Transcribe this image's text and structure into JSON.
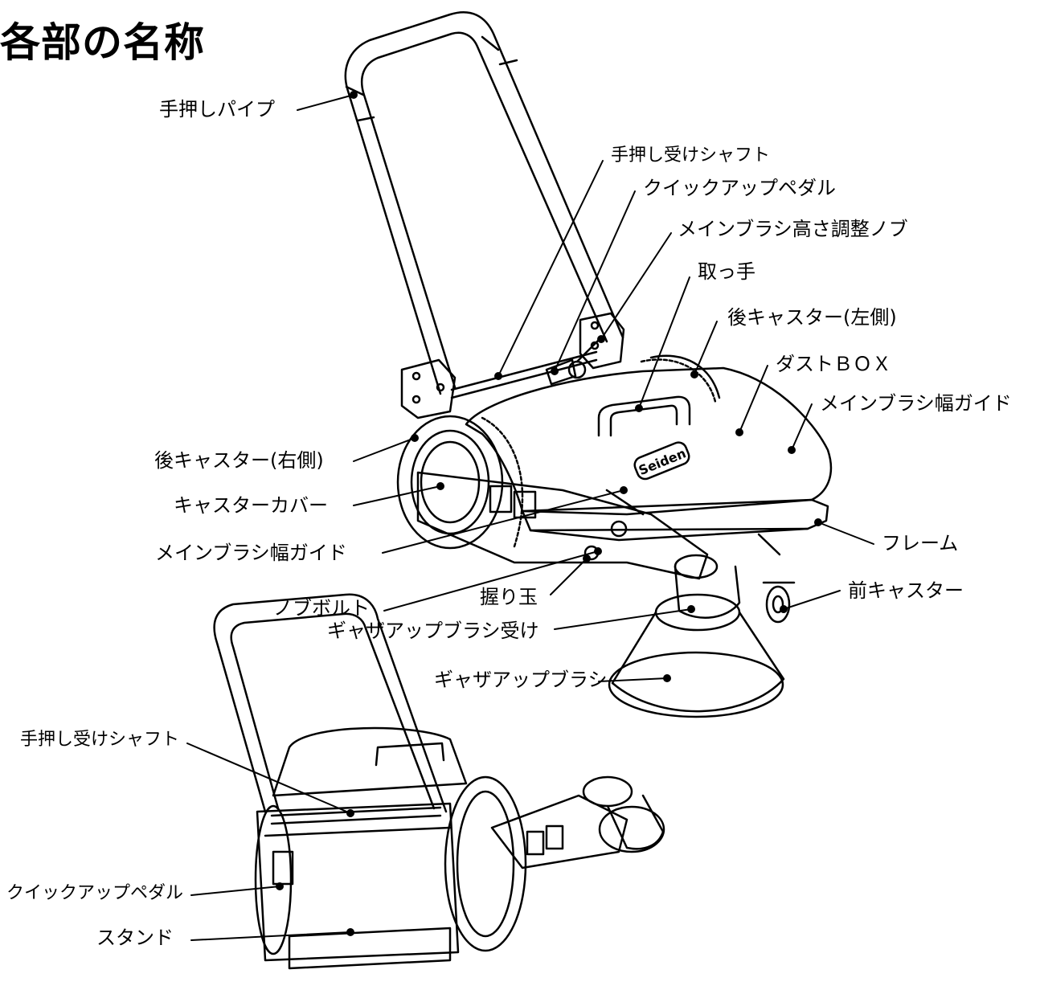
{
  "title": "各部の名称",
  "main_view": {
    "labels": {
      "push_pipe": "手押しパイプ",
      "push_shaft": "手押し受けシャフト",
      "quick_up_pedal": "クイックアップペダル",
      "main_brush_height_knob": "メインブラシ高さ調整ノブ",
      "handle": "取っ手",
      "rear_caster_left": "後キャスター(左側)",
      "dust_box": "ダストＢＯＸ",
      "main_brush_width_guide_right": "メインブラシ幅ガイド",
      "rear_caster_right": "後キャスター(右側)",
      "caster_cover": "キャスターカバー",
      "main_brush_width_guide_left": "メインブラシ幅ガイド",
      "frame": "フレーム",
      "knob_bolt": "ノブボルト",
      "grip_ball": "握り玉",
      "front_caster": "前キャスター",
      "gather_brush_holder": "ギャザアップブラシ受け",
      "gather_brush": "ギャザアップブラシ"
    }
  },
  "rear_view": {
    "labels": {
      "push_shaft": "手押し受けシャフト",
      "quick_up_pedal": "クイックアップペダル",
      "stand": "スタンド"
    }
  },
  "logo_text": "Seiden"
}
